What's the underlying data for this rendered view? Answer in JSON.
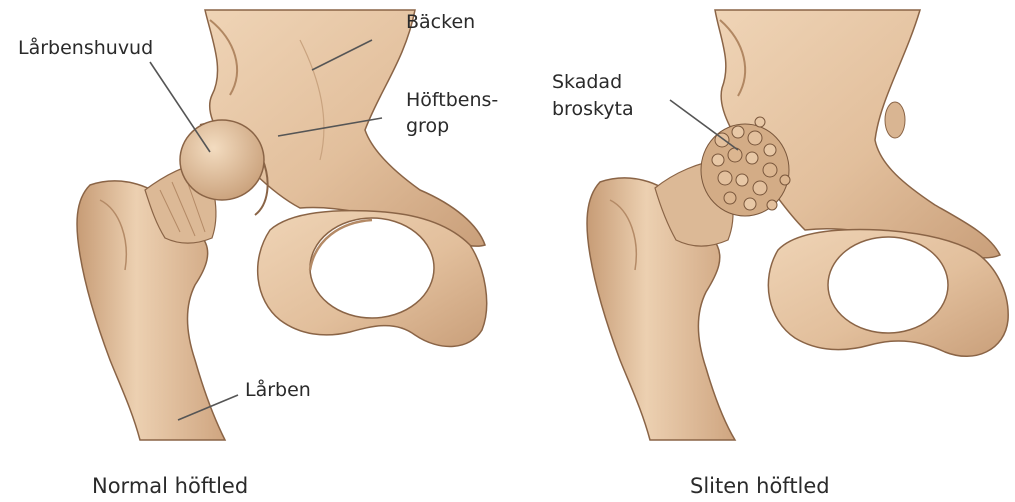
{
  "left_panel": {
    "labels": {
      "femoral_head": "Lårbenshuvud",
      "pelvis": "Bäcken",
      "acetabulum_line1": "Höftbens-",
      "acetabulum_line2": "grop",
      "femur": "Lårben"
    },
    "caption": "Normal höftled"
  },
  "right_panel": {
    "labels": {
      "damaged_cartilage_line1": "Skadad",
      "damaged_cartilage_line2": "broskyta"
    },
    "caption": "Sliten höftled"
  },
  "colors": {
    "bone": "#e6c6a6",
    "bone_shadow": "#c89e78",
    "bone_dark": "#a87c58",
    "outline": "#8a6446",
    "leader_line": "#555555"
  }
}
